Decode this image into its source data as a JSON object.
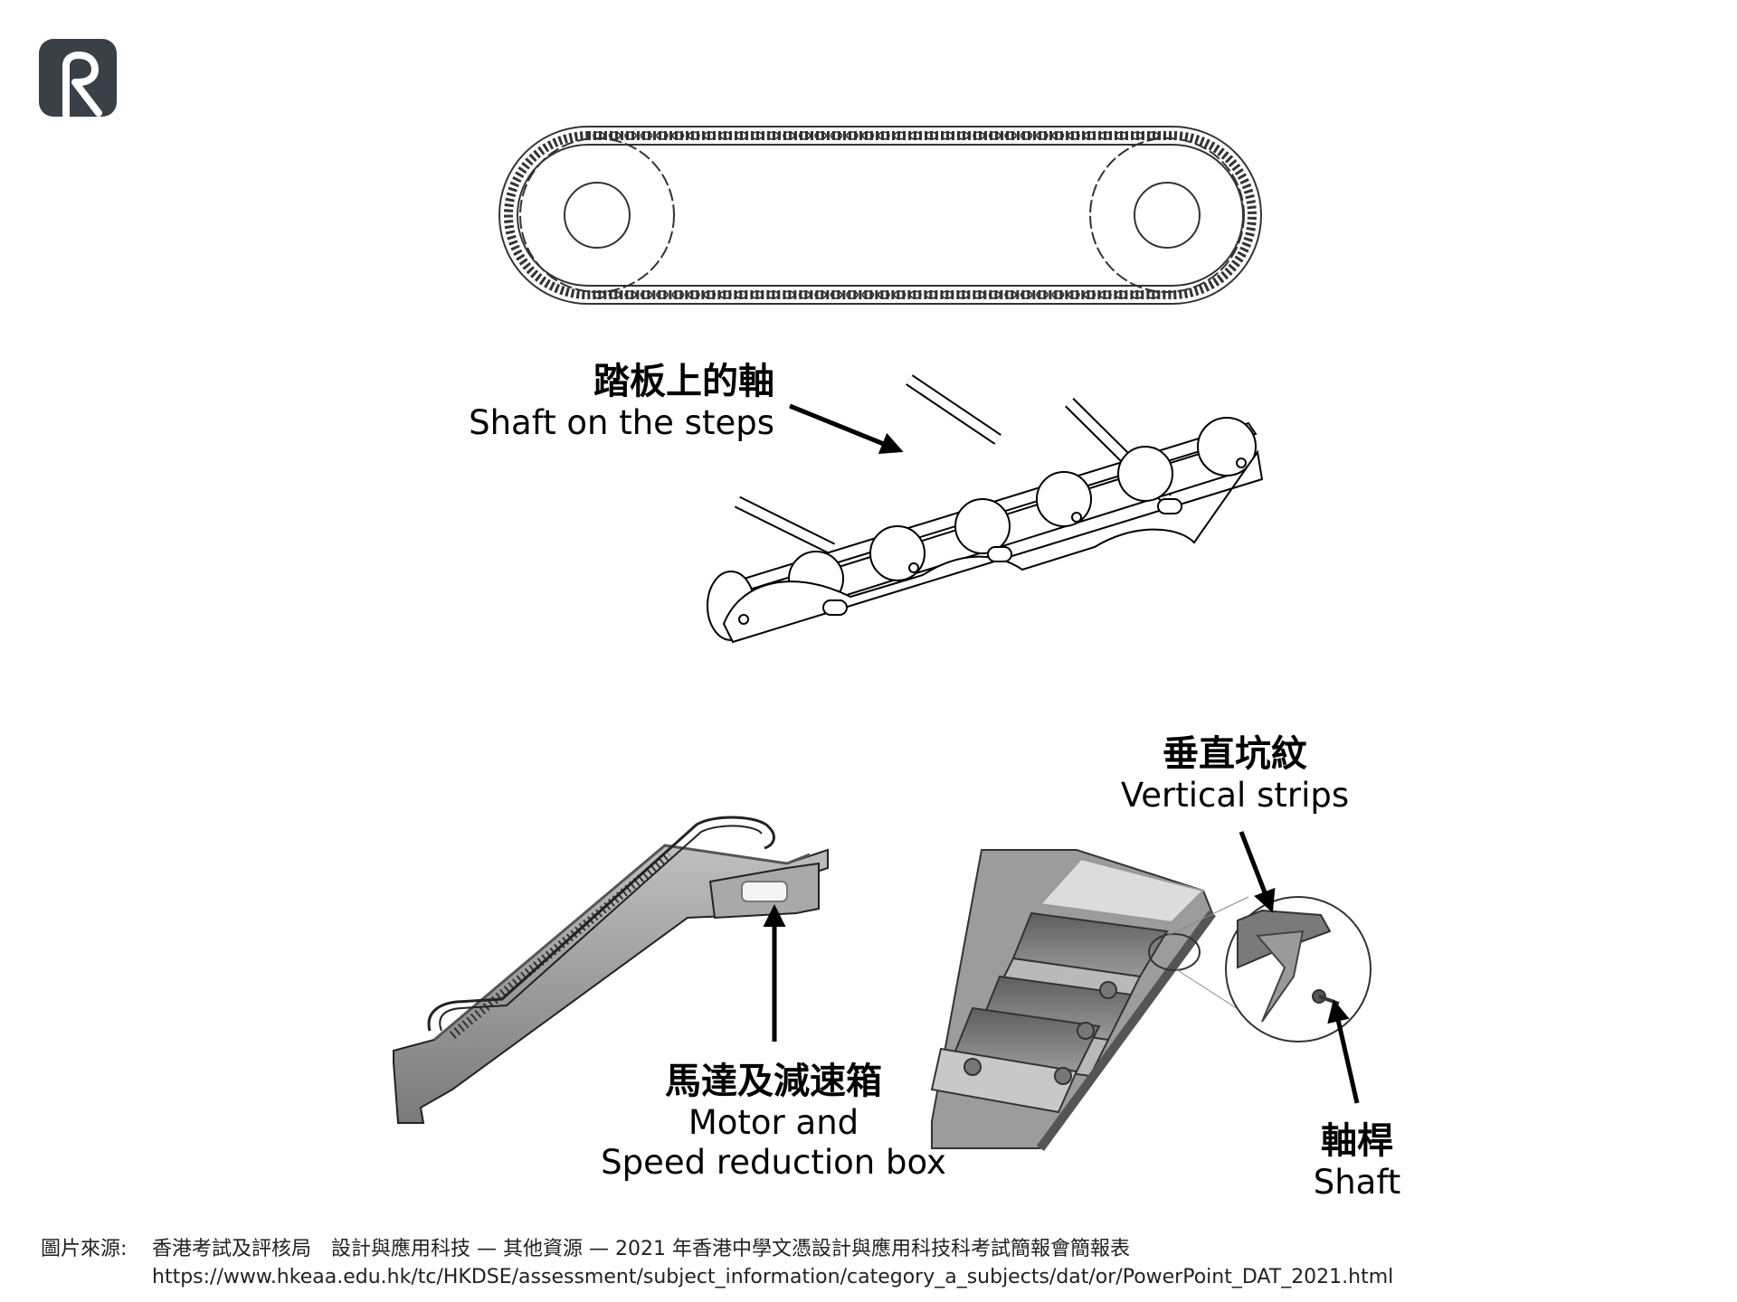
{
  "logo": {
    "icon": "logo-r-icon",
    "letter": "R",
    "color": "#3a4047"
  },
  "labels": {
    "shaft_steps": {
      "zh": "踏板上的軸",
      "en": "Shaft on the steps"
    },
    "motor": {
      "zh": "馬達及減速箱",
      "en_line1": "Motor and",
      "en_line2": "Speed reduction box"
    },
    "vertical_strips": {
      "zh": "垂直坑紋",
      "en": "Vertical strips"
    },
    "shaft": {
      "zh": "軸桿",
      "en": "Shaft"
    }
  },
  "source": {
    "label": "圖片來源:",
    "text": "香港考試及評核局　設計與應用科技 — 其他資源 — 2021 年香港中學文憑設計與應用科技科考試簡報會簡報表",
    "url": "https://www.hkeaa.edu.hk/tc/HKDSE/assessment/subject_information/category_a_subjects/dat/or/PowerPoint_DAT_2021.html"
  }
}
